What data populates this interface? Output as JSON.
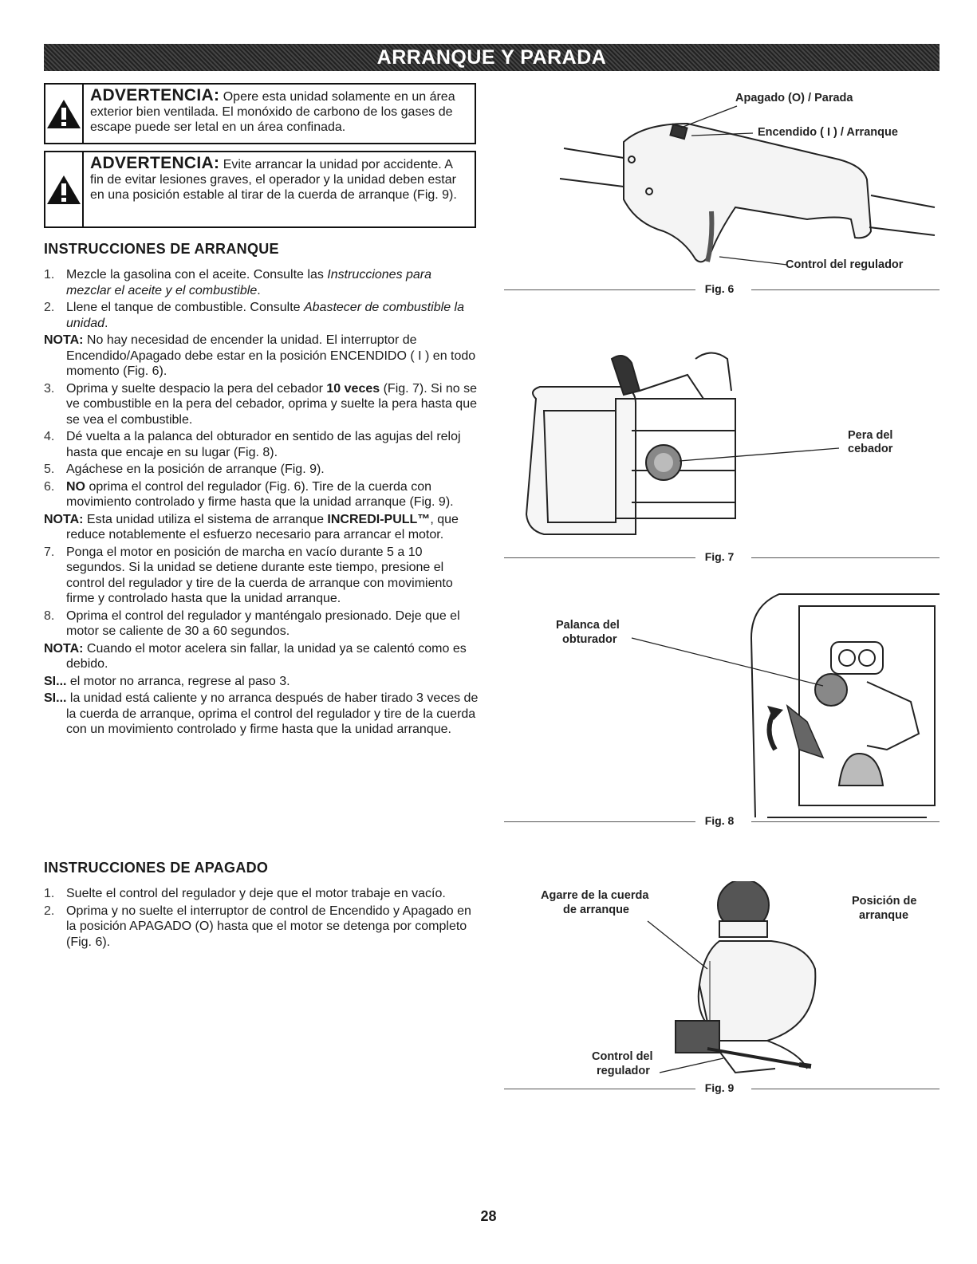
{
  "banner": {
    "title": "ARRANQUE Y PARADA"
  },
  "warnings": [
    {
      "title": "ADVERTENCIA:",
      "text": " Opere esta unidad solamente en un área exterior bien ventilada. El monóxido de carbono de los gases de escape puede ser letal en un área confinada."
    },
    {
      "title": "ADVERTENCIA:",
      "text": " Evite arrancar la unidad por accidente. A fin de evitar lesiones graves, el operador y la unidad deben estar en una posición estable al tirar de la cuerda de arranque (Fig. 9)."
    }
  ],
  "start": {
    "heading": "INSTRUCCIONES DE ARRANQUE",
    "s1_n": "1.",
    "s1_a": "Mezcle la gasolina con el aceite. Consulte las ",
    "s1_i": "Instrucciones para mezclar el aceite y el combustible",
    "s1_c": ".",
    "s2_n": "2.",
    "s2_a": "Llene el tanque de combustible. Consulte ",
    "s2_i": "Abastecer de combustible la unidad",
    "s2_c": ".",
    "note1_l": "NOTA:",
    "note1_t": " No hay necesidad de encender la unidad. El interruptor de Encendido/Apagado debe estar en la posición ENCENDIDO ( I ) en todo momento (Fig. 6).",
    "s3_n": "3.",
    "s3_a": "Oprima y suelte despacio la pera del cebador ",
    "s3_b": "10 veces",
    "s3_c": " (Fig. 7). Si no se ve combustible en la pera del cebador, oprima y suelte la pera hasta que se vea el combustible.",
    "s4_n": "4.",
    "s4_t": "Dé vuelta a la palanca del obturador en sentido de las agujas del reloj hasta que encaje en su lugar (Fig. 8).",
    "s5_n": "5.",
    "s5_t": "Agáchese en la posición de arranque (Fig. 9).",
    "s6_n": "6.",
    "s6_b": "NO",
    "s6_t": " oprima el control del regulador (Fig. 6). Tire de la cuerda con movimiento controlado y firme hasta que la unidad arranque (Fig. 9).",
    "note2_l": "NOTA:",
    "note2_a": " Esta unidad utiliza el sistema de arranque ",
    "note2_b": "INCREDI-PULL™",
    "note2_c": ", que reduce notablemente el esfuerzo necesario para arrancar el motor.",
    "s7_n": "7.",
    "s7_t": "Ponga el motor en posición de marcha en vacío durante 5 a 10 segundos. Si la unidad se detiene durante este tiempo, presione el control del regulador y tire de la cuerda de arranque con movimiento firme y controlado hasta que la unidad arranque.",
    "s8_n": "8.",
    "s8_t": "Oprima el control del regulador y manténgalo presionado. Deje que el motor se caliente de 30 a 60 segundos.",
    "note3_l": "NOTA:",
    "note3_t": " Cuando el motor acelera sin fallar, la unidad ya se calentó como es debido.",
    "si1_l": "SI...",
    "si1_t": " el motor no arranca, regrese al paso 3.",
    "si2_l": "SI...",
    "si2_t": " la unidad está caliente y no arranca después de haber tirado 3 veces de la cuerda de arranque, oprima el control del regulador y tire de la cuerda con un movimiento controlado y firme hasta que la unidad arranque."
  },
  "stop": {
    "heading": "INSTRUCCIONES DE APAGADO",
    "s1_n": "1.",
    "s1_t": "Suelte el control del regulador y deje que el motor trabaje en vacío.",
    "s2_n": "2.",
    "s2_t": "Oprima y no suelte el interruptor de control de Encendido y Apagado en la posición APAGADO (O) hasta que el motor se detenga por completo (Fig. 6)."
  },
  "figures": {
    "fig6": {
      "caption": "Fig. 6",
      "off": "Apagado (O) / Parada",
      "on": "Encendido ( I ) / Arranque",
      "throttle": "Control del regulador"
    },
    "fig7": {
      "caption": "Fig. 7",
      "primer_1": "Pera del",
      "primer_2": "cebador"
    },
    "fig8": {
      "caption": "Fig. 8",
      "choke_1": "Palanca del",
      "choke_2": "obturador"
    },
    "fig9": {
      "caption": "Fig. 9",
      "grip_1": "Agarre de la cuerda",
      "grip_2": "de arranque",
      "pos_1": "Posición de",
      "pos_2": "arranque",
      "ctrl_1": "Control del",
      "ctrl_2": "regulador"
    }
  },
  "page_number": "28"
}
